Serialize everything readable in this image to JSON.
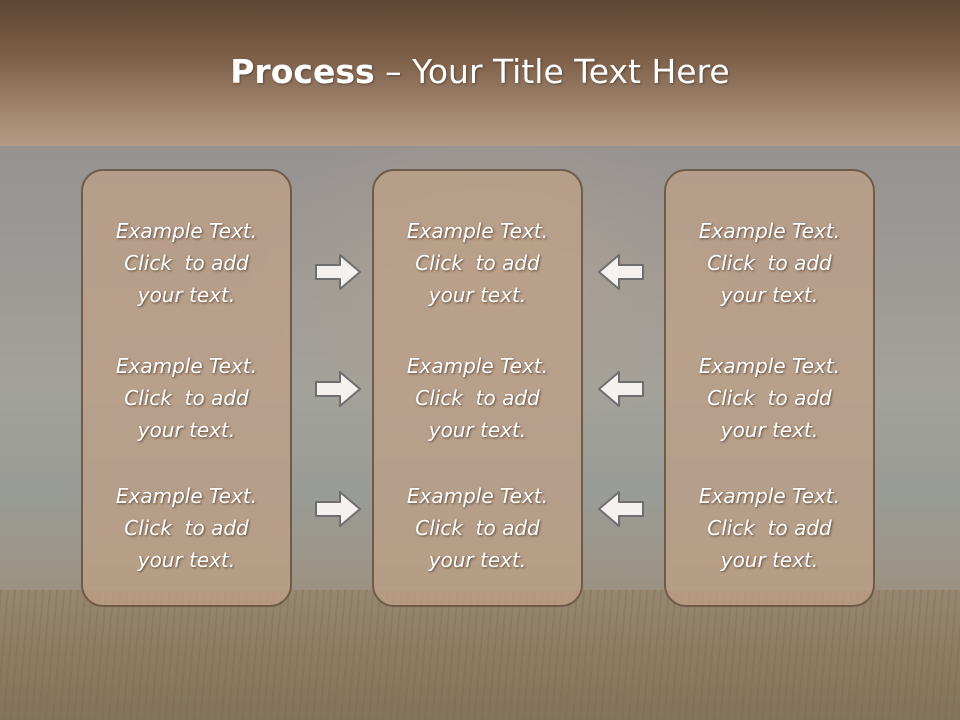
{
  "title": {
    "bold": "Process",
    "separator": " – ",
    "rest": "Your Title Text Here"
  },
  "columns": [
    {
      "items": [
        {
          "line1": "Example Text.",
          "line2": "Click  to add",
          "line3": "your text."
        },
        {
          "line1": "Example Text.",
          "line2": "Click  to add",
          "line3": "your text."
        },
        {
          "line1": "Example Text.",
          "line2": "Click  to add",
          "line3": "your text."
        }
      ]
    },
    {
      "items": [
        {
          "line1": "Example Text.",
          "line2": "Click  to add",
          "line3": "your text."
        },
        {
          "line1": "Example Text.",
          "line2": "Click  to add",
          "line3": "your text."
        },
        {
          "line1": "Example Text.",
          "line2": "Click  to add",
          "line3": "your text."
        }
      ]
    },
    {
      "items": [
        {
          "line1": "Example Text.",
          "line2": "Click  to add",
          "line3": "your text."
        },
        {
          "line1": "Example Text.",
          "line2": "Click  to add",
          "line3": "your text."
        },
        {
          "line1": "Example Text.",
          "line2": "Click  to add",
          "line3": "your text."
        }
      ]
    }
  ],
  "arrows": {
    "left_group": "right-arrow-icon",
    "right_group": "left-arrow-icon"
  },
  "colors": {
    "title_bar": "#7e6049",
    "box_fill": "#bea087",
    "box_border": "#6f5b49",
    "text": "#ffffff"
  }
}
